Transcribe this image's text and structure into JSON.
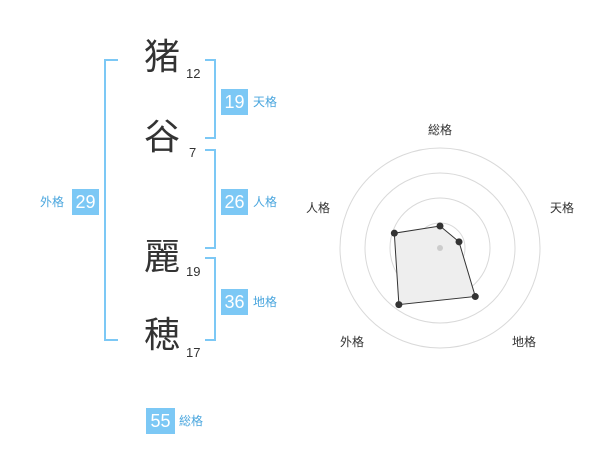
{
  "name": {
    "characters": [
      {
        "char": "猪",
        "strokes": "12"
      },
      {
        "char": "谷",
        "strokes": "7"
      },
      {
        "char": "麗",
        "strokes": "19"
      },
      {
        "char": "穂",
        "strokes": "17"
      }
    ]
  },
  "fortune": {
    "tenkaku": {
      "value": "19",
      "label": "天格"
    },
    "jinkaku": {
      "value": "26",
      "label": "人格"
    },
    "chikaku": {
      "value": "36",
      "label": "地格"
    },
    "gaikaku": {
      "value": "29",
      "label": "外格"
    },
    "soukaku": {
      "value": "55",
      "label": "総格"
    }
  },
  "colors": {
    "bracket": "#7cc8f5",
    "box": "#7cc8f5",
    "label": "#4aa6de",
    "radar_fill": "#eeeeee",
    "radar_line": "#333333"
  },
  "chart_data": {
    "type": "radar",
    "axes": [
      "総格",
      "天格",
      "地格",
      "外格",
      "人格"
    ],
    "values": [
      0.22,
      0.2,
      0.6,
      0.7,
      0.48
    ],
    "range": [
      0,
      1
    ],
    "rings": 4,
    "grid": true
  }
}
